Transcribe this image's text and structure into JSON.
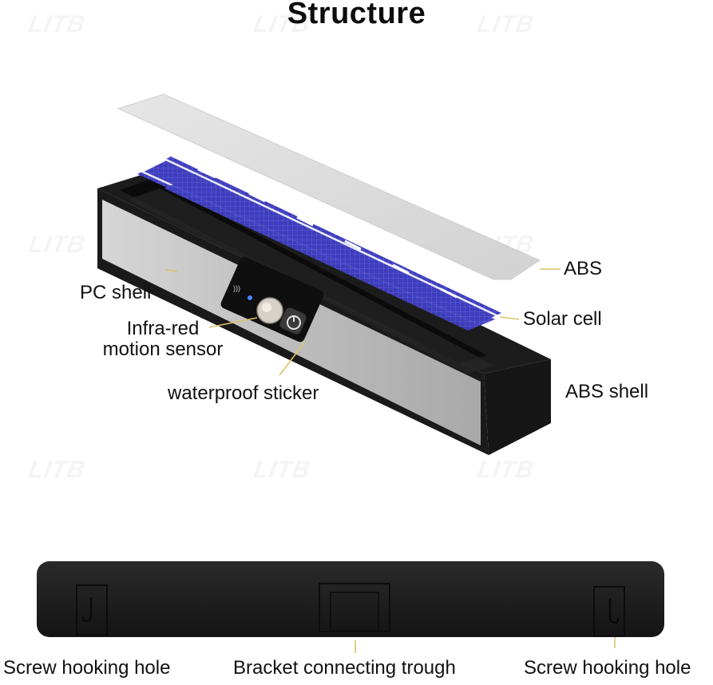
{
  "title": "Structure",
  "watermark": "LITB",
  "labels": {
    "abs": "ABS",
    "solar_cell": "Solar cell",
    "pc_shell": "PC shell",
    "infrared_line1": "Infra-red",
    "infrared_line2": "motion sensor",
    "waterproof_sticker": "waterproof sticker",
    "abs_shell": "ABS shell",
    "screw_hole_left": "Screw hooking hole",
    "bracket_trough": "Bracket connecting trough",
    "screw_hole_right": "Screw hooking hole"
  },
  "colors": {
    "leader_line": "#d9c36a",
    "shell_black": "#1a1a1a",
    "pc_grey": "#c9c9c9",
    "solar_blue": "#3b3bb8",
    "abs_cover": "#dcdcdc"
  }
}
